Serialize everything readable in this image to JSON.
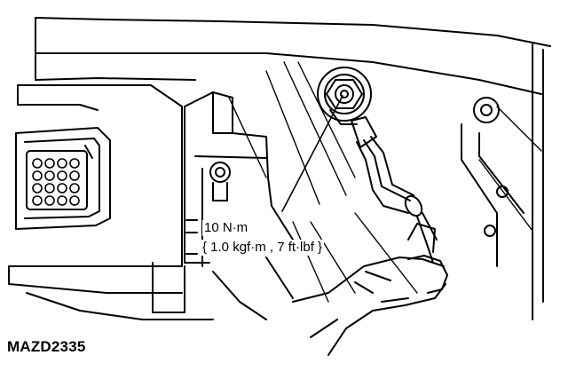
{
  "callout": {
    "torque_primary": "10 N·m",
    "torque_secondary": "{ 1.0 kgf·m , 7 ft·lbf }"
  },
  "figure_code": "MAZD2335",
  "colors": {
    "ink": "#000000",
    "paper": "#ffffff"
  }
}
